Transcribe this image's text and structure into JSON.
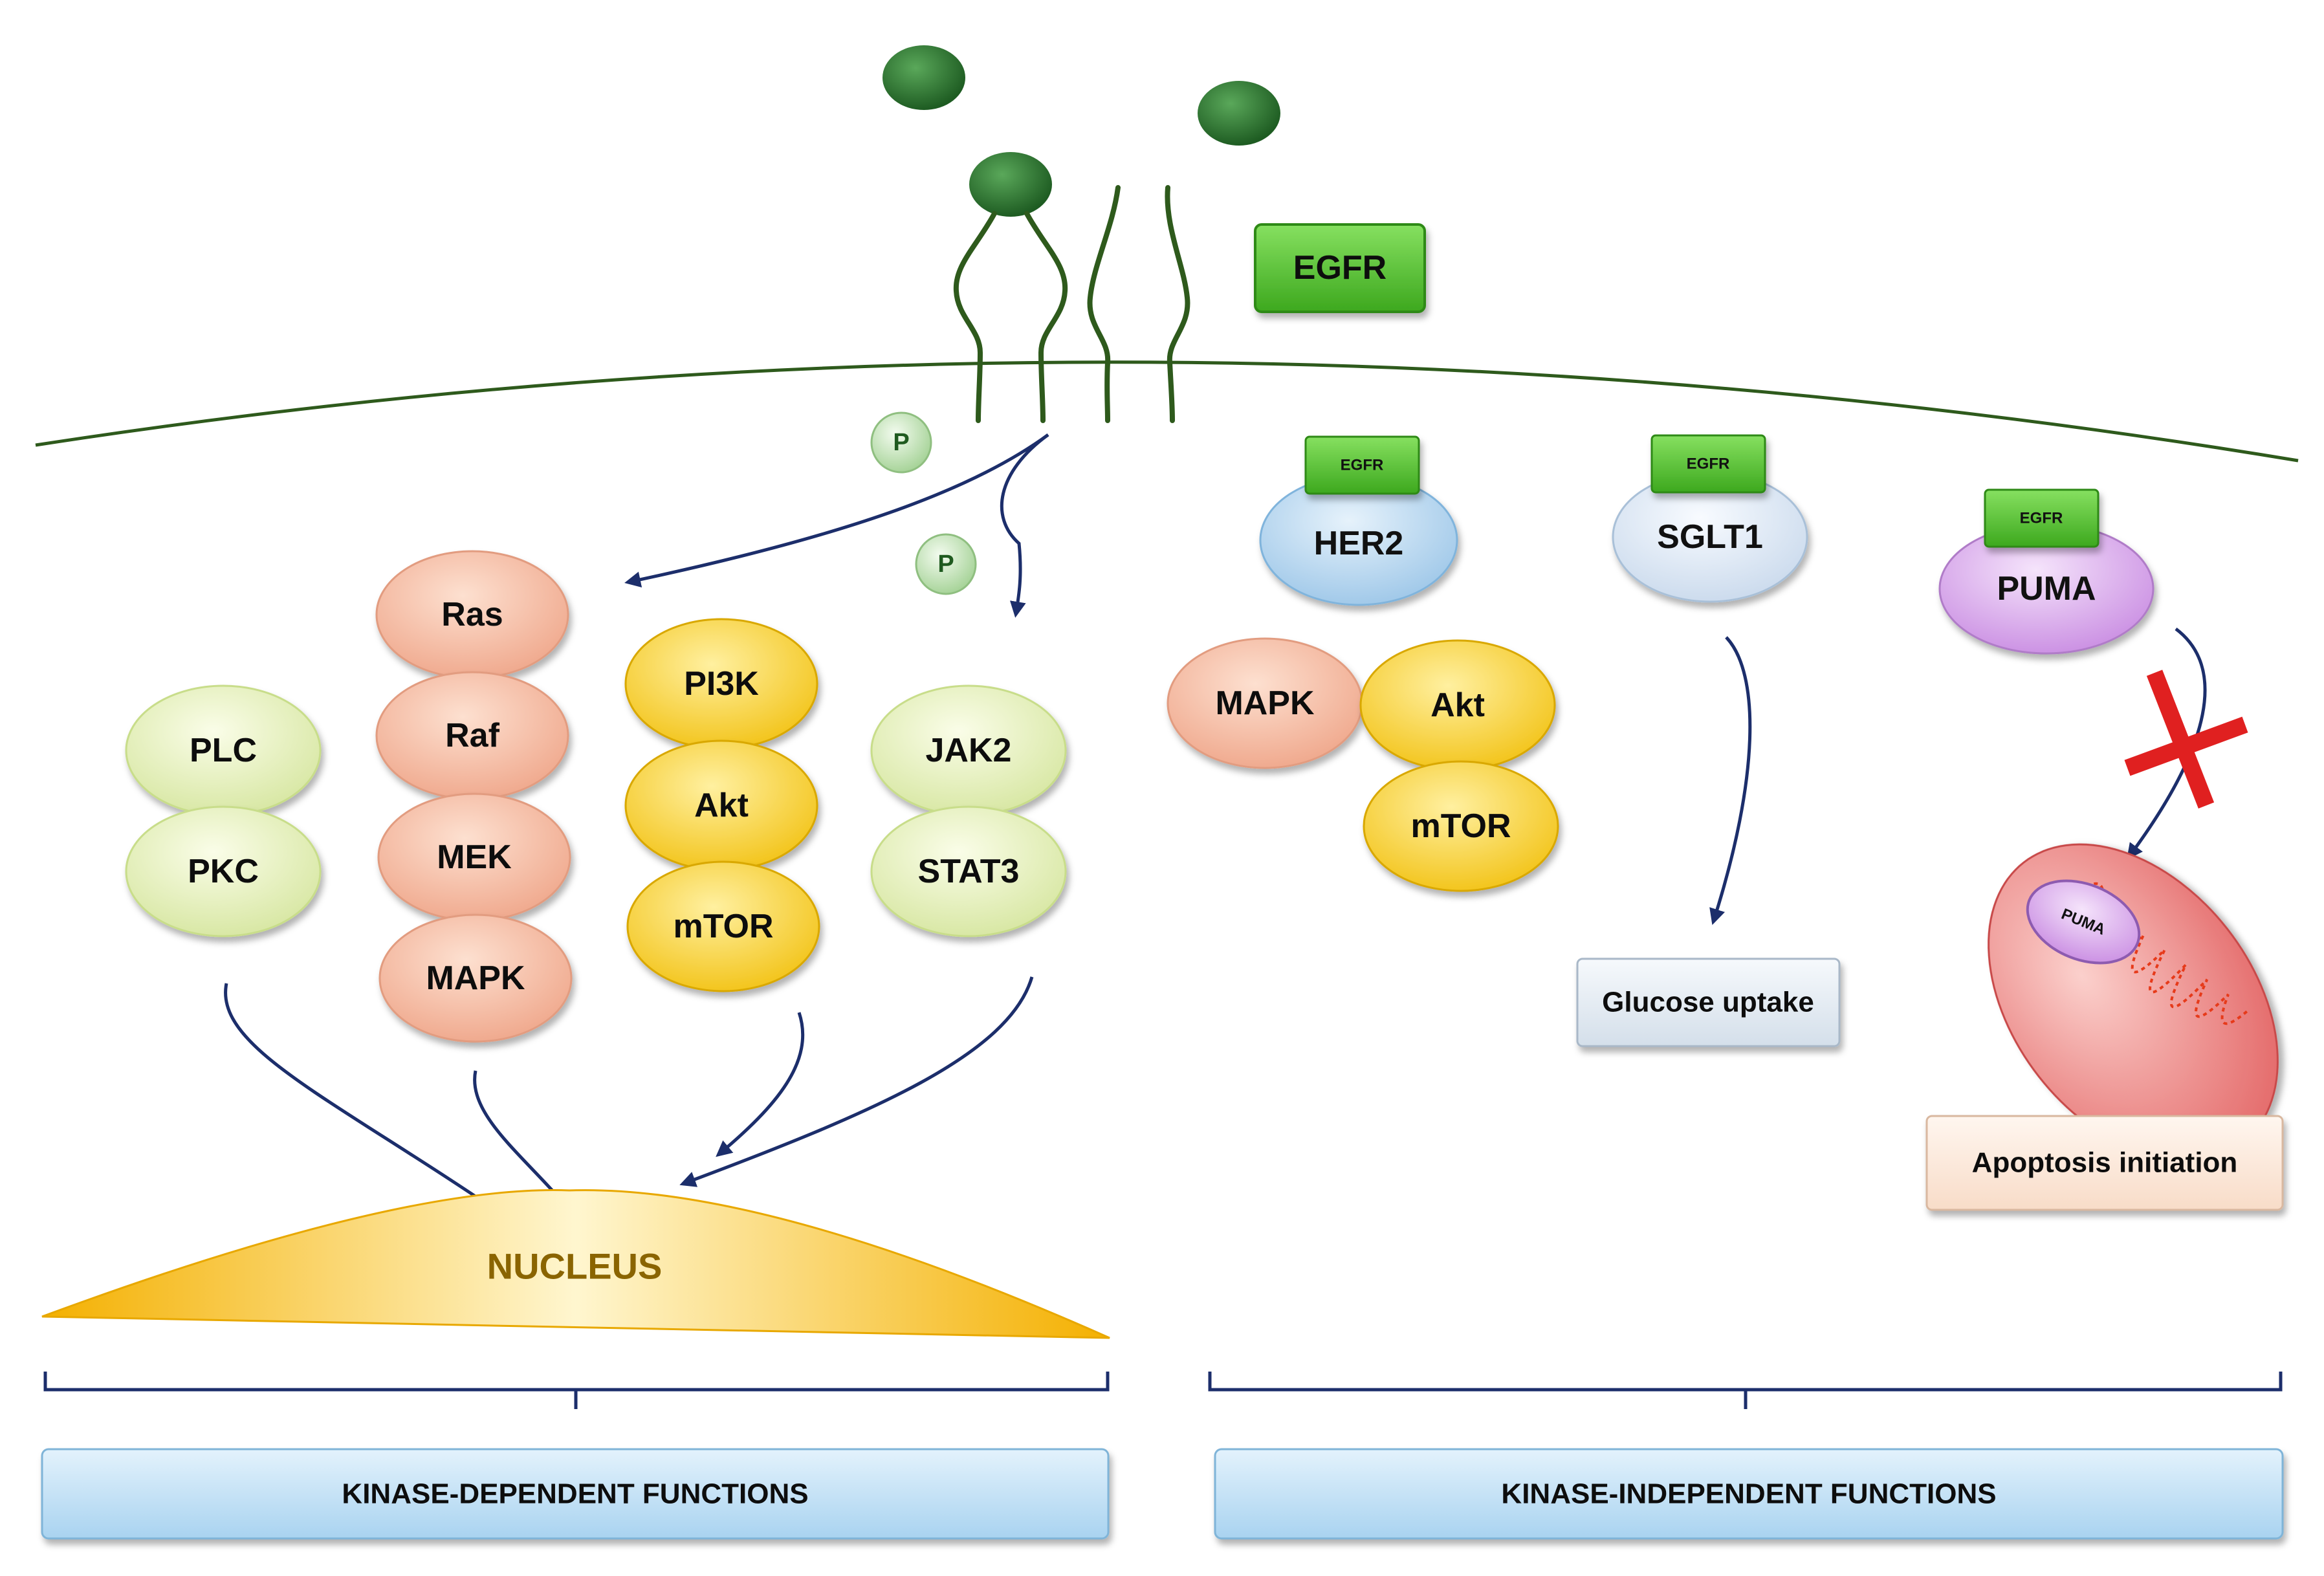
{
  "receptor": {
    "label": "EGFR"
  },
  "phospho": {
    "label": "P"
  },
  "kinase_dependent": {
    "plc_pathway": [
      "PLC",
      "PKC"
    ],
    "mapk_pathway": [
      "Ras",
      "Raf",
      "MEK",
      "MAPK"
    ],
    "pi3k_pathway": [
      "PI3K",
      "Akt",
      "mTOR"
    ],
    "stat_pathway": [
      "JAK2",
      "STAT3"
    ],
    "nucleus": "NUCLEUS",
    "footer": "KINASE-DEPENDENT FUNCTIONS"
  },
  "kinase_independent": {
    "her2": {
      "badge": "EGFR",
      "partner": "HER2",
      "downstream": [
        "MAPK",
        "Akt",
        "mTOR"
      ]
    },
    "sglt1": {
      "badge": "EGFR",
      "partner": "SGLT1",
      "outcome": "Glucose uptake"
    },
    "puma": {
      "badge": "EGFR",
      "partner": "PUMA",
      "mito_label": "PUMA",
      "outcome": "Apoptosis initiation"
    },
    "footer": "KINASE-INDEPENDENT FUNCTIONS"
  },
  "colors": {
    "ligand": "#2e7d32",
    "egfr_box": "#5cc23a",
    "mapk_group": "#f5b49a",
    "pi3k_group": "#f5cf2a",
    "plc_stat_group": "#e6f0b8",
    "her2": "#b7d7f0",
    "sglt1": "#dde8f5",
    "puma": "#d9a9ec",
    "mitochondrion": "#ef7a7a",
    "footer": "#bfe0f5",
    "arrow": "#1c2e6b",
    "inhibition_cross": "#e02020"
  },
  "icons": [
    "ligand-icon",
    "phosphate-icon",
    "inhibition-cross-icon",
    "mitochondrion-icon"
  ]
}
